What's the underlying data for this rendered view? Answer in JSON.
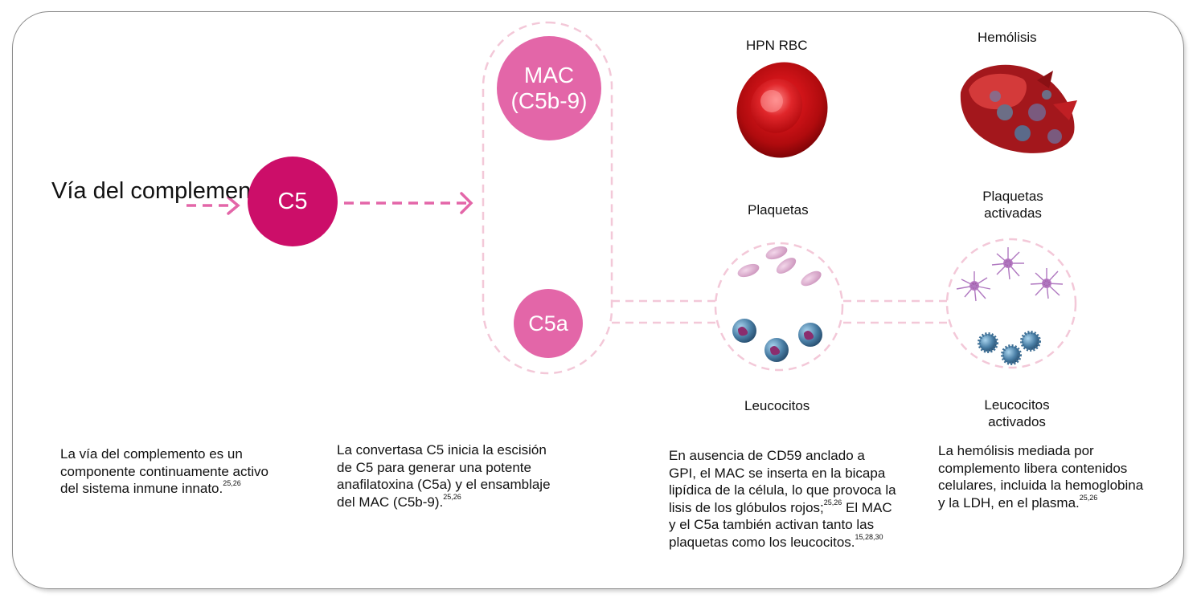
{
  "title": "Vía del complemento",
  "nodes": {
    "c5": "C5",
    "mac_line1": "MAC",
    "mac_line2": "(C5b-9)",
    "c5a": "C5a"
  },
  "labels": {
    "hpn_rbc": "HPN RBC",
    "hemolisis": "Hemólisis",
    "plaquetas": "Plaquetas",
    "plaquetas_activadas_1": "Plaquetas",
    "plaquetas_activadas_2": "activadas",
    "leucocitos": "Leucocitos",
    "leucocitos_activados_1": "Leucocitos",
    "leucocitos_activados_2": "activados"
  },
  "descriptions": {
    "d1": {
      "lines": [
        "La vía del complemento es un",
        "componente continuamente activo",
        "del sistema inmune innato."
      ],
      "ref": "25,26"
    },
    "d2": {
      "lines": [
        "La convertasa C5 inicia la escisión",
        "de C5 para generar una potente",
        "anafilatoxina (C5a) y el ensamblaje",
        "del MAC (C5b-9)."
      ],
      "ref": "25,26"
    },
    "d3": {
      "lines": [
        "En ausencia de CD59 anclado a",
        "GPI, el MAC se inserta en la bicapa",
        "lipídica de la célula, lo que provoca la",
        "lisis de los glóbulos rojos;",
        " El MAC",
        "y el C5a también activan tanto las",
        "plaquetas como los leucocitos."
      ],
      "ref_a": "25,26",
      "ref_b": "15,28,30"
    },
    "d4": {
      "lines": [
        "La hemólisis mediada por",
        "complemento libera contenidos",
        "celulares, incluida la hemoglobina",
        "y la LDH, en el plasma."
      ],
      "ref": "25,26"
    }
  },
  "colors": {
    "c5": "#cc0e69",
    "mac_c5a": "#e366a8",
    "arrow": "#e366a8",
    "dashed_outline": "#f3c8d8",
    "rbc": "#c80d10",
    "platelet": "#d9a6cc",
    "leukocyte": "#4a7fa6"
  }
}
